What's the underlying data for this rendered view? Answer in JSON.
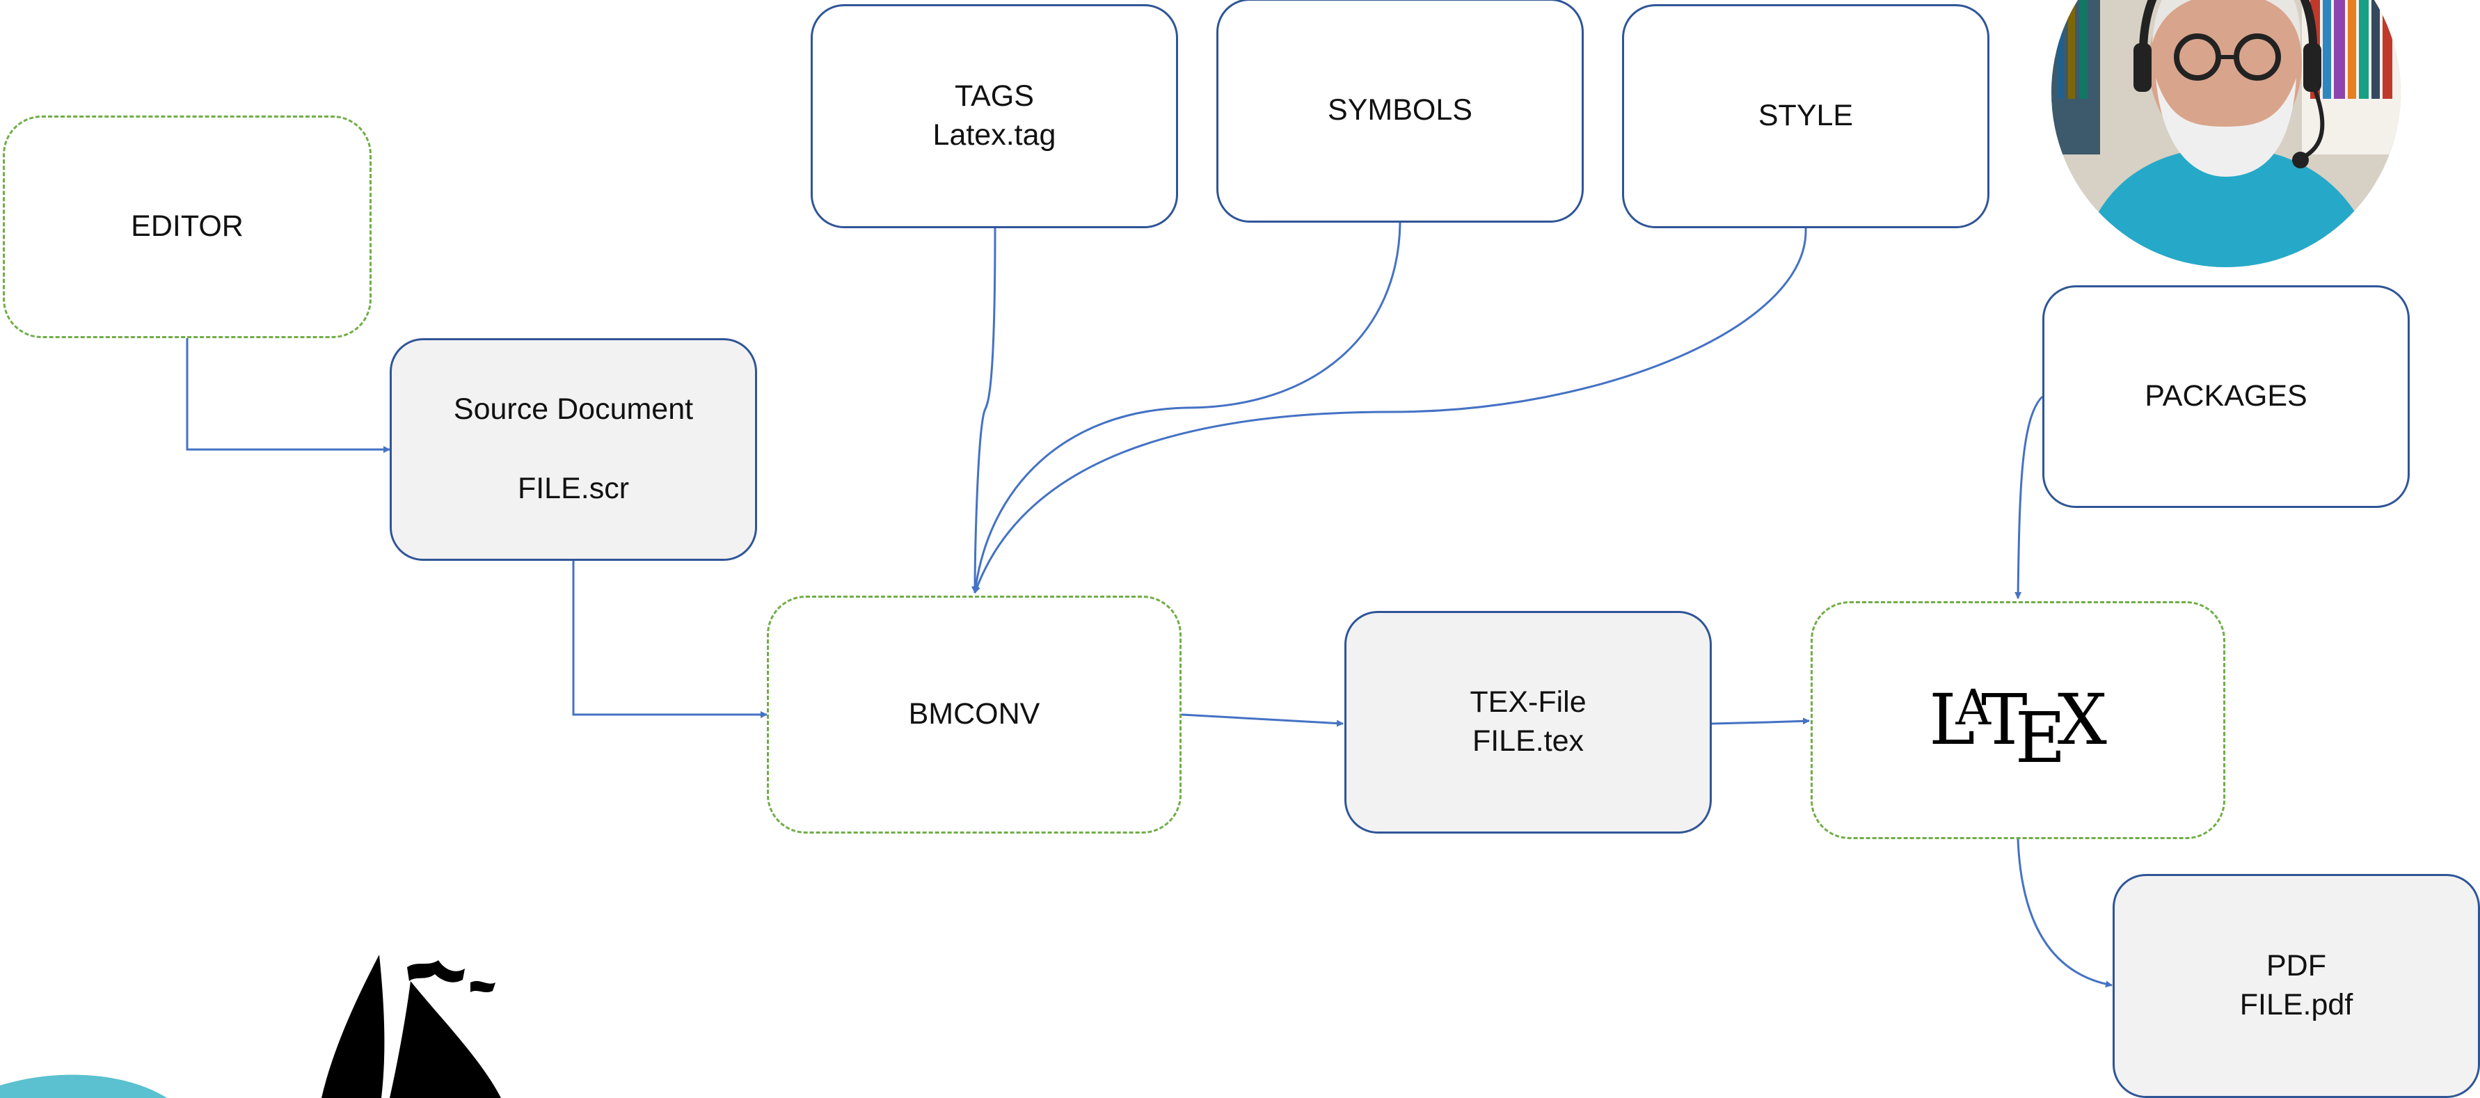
{
  "slide": {
    "title": "Overview"
  },
  "boxes": {
    "editor": {
      "label": "EDITOR"
    },
    "source": {
      "line1": "Source Document",
      "line2": "FILE.scr"
    },
    "tags": {
      "line1": "TAGS",
      "line2": "Latex.tag"
    },
    "symbols": {
      "label": "SYMBOLS"
    },
    "style": {
      "label": "STYLE"
    },
    "packages": {
      "label": "PACKAGES"
    },
    "bmconv": {
      "label": "BMCONV"
    },
    "texfile": {
      "line1": "TEX-File",
      "line2": "FILE.tex"
    },
    "latex": {
      "logo_text": "LATEX"
    },
    "pdf": {
      "line1": "PDF",
      "line2": "FILE.pdf"
    }
  },
  "colors": {
    "connector": "#4472c4",
    "solid_border": "#2f5597",
    "dashed_border": "#70ad47",
    "file_fill": "#f2f2f2",
    "accent_teal": "#5bc0cf"
  },
  "icons": {
    "webcam": "presenter-webcam",
    "logo": "sailboat-logo"
  }
}
